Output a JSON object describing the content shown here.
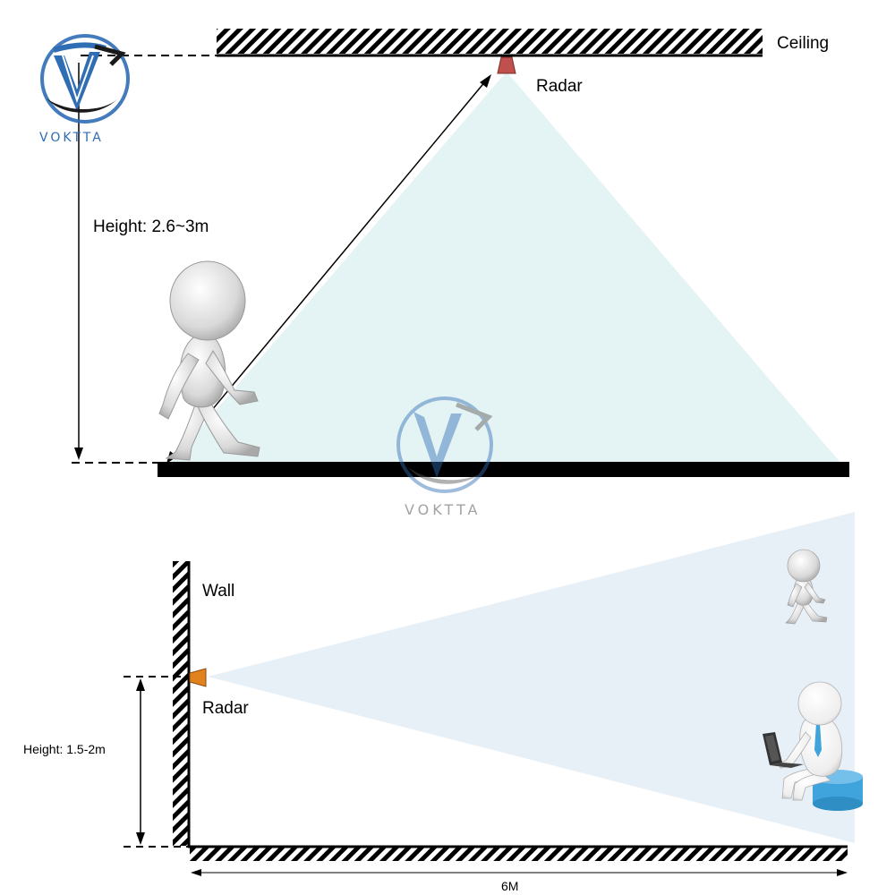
{
  "logo": {
    "text": "VOKTTA",
    "primary_color": "#2f6db5",
    "dark_color": "#1a1a1a"
  },
  "watermark": {
    "text": "VOKTTA"
  },
  "ceiling_mount": {
    "ceiling_label": "Ceiling",
    "radar_label": "Radar",
    "height_label": "Height: 2.6~3m",
    "radar_color": "#c0504d",
    "beam_color": "#e3f2f3"
  },
  "wall_mount": {
    "wall_label": "Wall",
    "radar_label": "Radar",
    "height_label": "Height: 1.5-2m",
    "distance_label": "6M",
    "radar_color": "#e0821e",
    "beam_color": "#e6eef7"
  },
  "figures": {
    "walking_person": "walking-person-figure",
    "small_walking_person": "small-walking-person-figure",
    "seated_person": "seated-person-with-laptop-figure",
    "laptop_icon": "laptop-icon",
    "stool_color": "#3fa3dc"
  }
}
